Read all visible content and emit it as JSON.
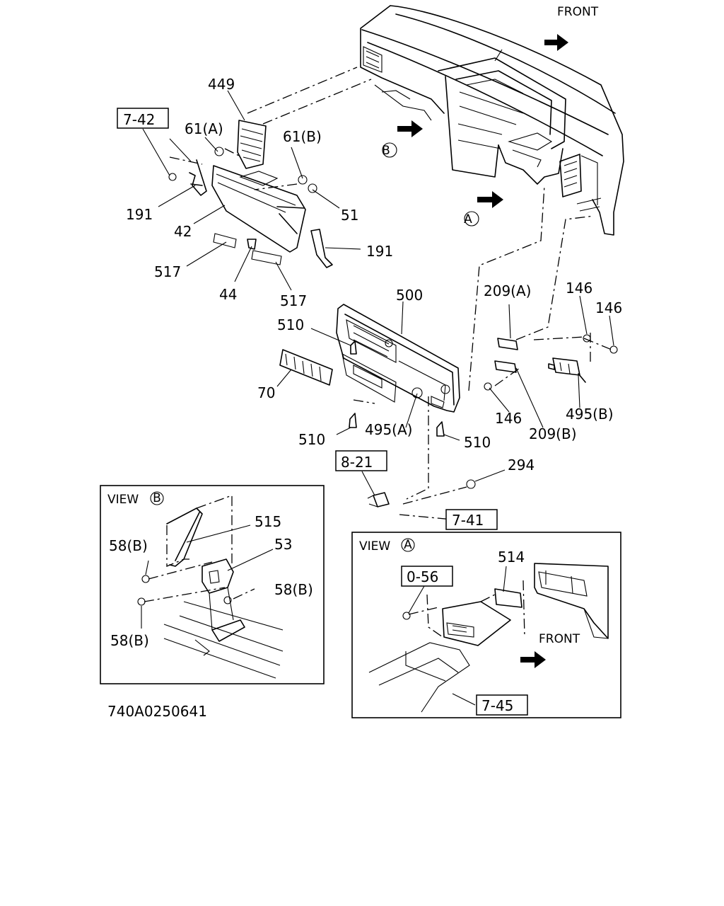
{
  "front_label_top": "FRONT",
  "front_label_view_a": "FRONT",
  "marker_a": "A",
  "marker_b": "B",
  "view_a": {
    "title": "VIEW",
    "marker": "A"
  },
  "view_b": {
    "title": "VIEW",
    "marker": "B"
  },
  "drawing_number": "740A0250641",
  "ref_boxes": [
    "7-42",
    "8-21",
    "7-41",
    "0-56",
    "7-45"
  ],
  "part_labels": {
    "p449": "449",
    "p61a": "61(A)",
    "p61b": "61(B)",
    "p191_left": "191",
    "p191_right": "191",
    "p42": "42",
    "p51": "51",
    "p517_left": "517",
    "p517_right": "517",
    "p44": "44",
    "p500": "500",
    "p510_top": "510",
    "p510_bl": "510",
    "p510_br": "510",
    "p70": "70",
    "p495a": "495(A)",
    "p495b": "495(B)",
    "p209a": "209(A)",
    "p209b": "209(B)",
    "p146_a": "146",
    "p146_b": "146",
    "p146_c": "146",
    "p294": "294",
    "p515": "515",
    "p53": "53",
    "p58b_1": "58(B)",
    "p58b_2": "58(B)",
    "p58b_3": "58(B)",
    "p514": "514"
  }
}
